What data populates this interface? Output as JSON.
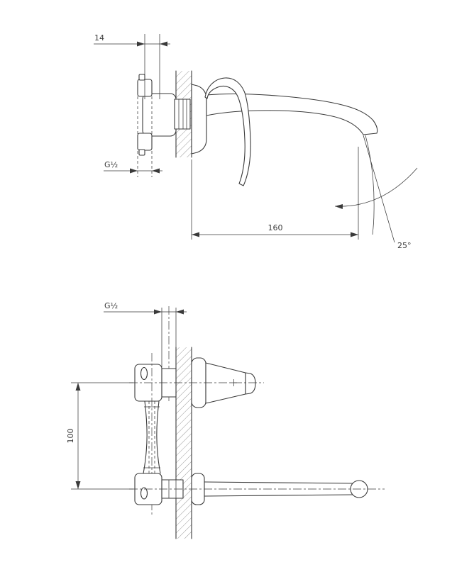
{
  "colors": {
    "line": "#3a3a3a",
    "hatch": "#9a9a9a",
    "background": "#ffffff"
  },
  "side_view": {
    "dim_offset": "14",
    "dim_thread": "G½",
    "dim_reach": "160",
    "dim_angle": "25°"
  },
  "front_view": {
    "dim_thread": "G½",
    "dim_centers": "100"
  }
}
